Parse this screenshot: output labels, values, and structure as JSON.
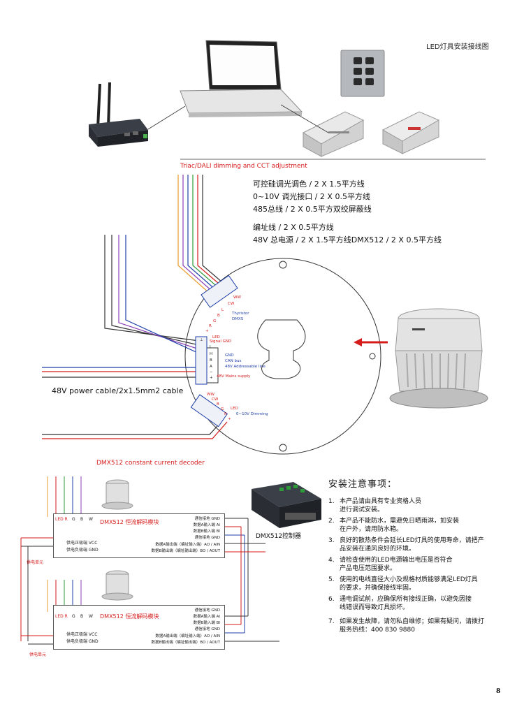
{
  "header": {
    "title": "LED灯具安装接线图"
  },
  "wiring_top": {
    "triac_label": "Triac/DALI dimming and CCT adjustment",
    "specs": [
      "可控硅调光调色 / 2 X 1.5平方线",
      "0~10V 调光接口 / 2 X 0.5平方线",
      "485总线 / 2 X 0.5平方双绞屏蔽线",
      "编址线 / 2 X 0.5平方线",
      "48V 总电源 / 2 X 1.5平方线DMX512 / 2 X 0.5平方线"
    ],
    "power_cable_label": "48V power cable/2x1.5mm2 cable",
    "terminal_top": {
      "letters": [
        "WW",
        "CW",
        "L",
        "B",
        "G",
        "R",
        "+"
      ],
      "caption_1": "Thyristor",
      "caption_2": "DMXS",
      "caption_3": "LED"
    },
    "terminal_mid": {
      "pins": [
        "⊥",
        "L",
        "H",
        "B",
        "A",
        "−",
        "+"
      ],
      "signal_gnd": "Signal GND",
      "gnd": "GND",
      "can": "CAN bus",
      "addr": "48V Addressable line",
      "mains": "48V Mains supply"
    },
    "terminal_bottom": {
      "letters": [
        "WW",
        "CW",
        "B",
        "G",
        "R",
        "+"
      ],
      "caption_led": "LED",
      "caption_dim": "0~10V Dimming"
    }
  },
  "decoder_section": {
    "title": "DMX512 constant current decoder",
    "controller_label": "DMX512控制器",
    "supply_label": "供电单元",
    "decoders": [
      {
        "module_label": "DMX512 恒流解码模块",
        "led_pins": [
          "LED R",
          "G",
          "B",
          "W"
        ],
        "vcc": "供电正极端 VCC",
        "gnd": "供电负极端 GND",
        "right_rows": [
          "通信接地 GND",
          "数据A输入端 AI",
          "数据B输入端 BI",
          "通信接地 GND",
          "数据A输出端（编址输入端）AO / AIN",
          "数据B输出端（编址输出端）BO / AOUT"
        ]
      },
      {
        "module_label": "DMX512 恒流解码模块",
        "led_pins": [
          "LED R",
          "G",
          "B",
          "W"
        ],
        "vcc": "供电正极端 VCC",
        "gnd": "供电负极端 GND",
        "right_rows": [
          "通信接地 GND",
          "数据A输入端 AI",
          "数据B输入端 BI",
          "通信接地 GND",
          "数据A输出端（编址输入端）AO / AIN",
          "数据B输出端（编址输出端）BO / AOUT"
        ]
      }
    ]
  },
  "notes": {
    "title": "安装注意事项：",
    "items": [
      {
        "num": "1.",
        "text": "本产品请由具有专业资格人员\n进行调试安装。"
      },
      {
        "num": "2.",
        "text": "本产品不能防水，需避免日晒雨淋，如安装\n在户外，请用防水箱。"
      },
      {
        "num": "3.",
        "text": "良好的散热条件会延长LED灯具的使用寿命，请把产\n品安装在通风良好的环境。"
      },
      {
        "num": "4.",
        "text": "请检查使用的LED电源输出电压是否符合\n产品电压范围要求。"
      },
      {
        "num": "5.",
        "text": "使用的电线直径大小及规格材质能够满足LED灯具\n的要求，并确保接线牢固。"
      },
      {
        "num": "6.",
        "text": "通电调试前，应确保所有接线正确，以避免因接\n线错误而导致灯具损坏。"
      },
      {
        "num": "7.",
        "text": "如果发生故障，请勿私自维修；如果有疑问，请拨打\n服务热线：400 830 9880"
      }
    ]
  },
  "footer": {
    "page_number": "8"
  },
  "colors": {
    "red": "#d61b1b",
    "blue": "#1f3fa8",
    "green": "#2e9b3a",
    "purple": "#8a3fb5",
    "orange": "#e89a2a"
  }
}
